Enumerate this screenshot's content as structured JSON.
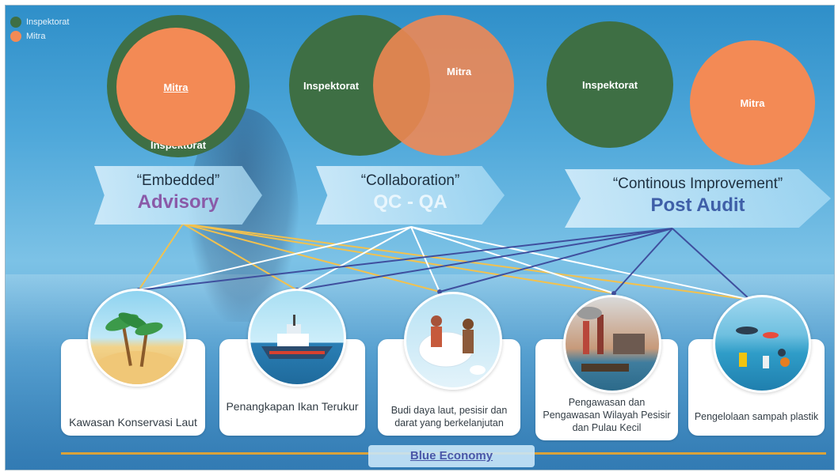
{
  "legend": [
    {
      "label": "Inspektorat",
      "color": "#3e6f44"
    },
    {
      "label": "Mitra",
      "color": "#f38a55"
    }
  ],
  "venn": {
    "advisory": {
      "outer": "Inspektorat",
      "inner": "Mitra"
    },
    "qcqa": {
      "left": "Inspektorat",
      "right": "Mitra"
    },
    "postaudit": {
      "left": "Inspektorat",
      "right": "Mitra"
    }
  },
  "stages": [
    {
      "quote": "“Embedded”",
      "name": "Advisory",
      "color": "#8a5aa8"
    },
    {
      "quote": "“Collaboration”",
      "name": "QC - QA",
      "color": "#e9f6fd"
    },
    {
      "quote": "“Continous Improvement”",
      "name": "Post Audit",
      "color": "#3f5fa8"
    }
  ],
  "areas": [
    {
      "label": "Kawasan Konservasi Laut",
      "icon": "beach-island-icon"
    },
    {
      "label": "Penangkapan Ikan Terukur",
      "icon": "fishing-ship-icon"
    },
    {
      "label": "Budi daya laut, pesisir dan darat yang berkelanjutan",
      "icon": "aquaculture-workers-icon"
    },
    {
      "label": "Pengawasan dan Pengawasan Wilayah Pesisir dan Pulau Kecil",
      "icon": "coastal-industry-icon"
    },
    {
      "label": "Pengelolaan sampah plastik",
      "icon": "ocean-plastic-icon"
    }
  ],
  "footer": {
    "label": "Blue Economy"
  },
  "colors": {
    "advisory_lines": "#f2c14e",
    "qcqa_lines": "#ffffff",
    "postaudit_lines": "#3f4f9e"
  }
}
